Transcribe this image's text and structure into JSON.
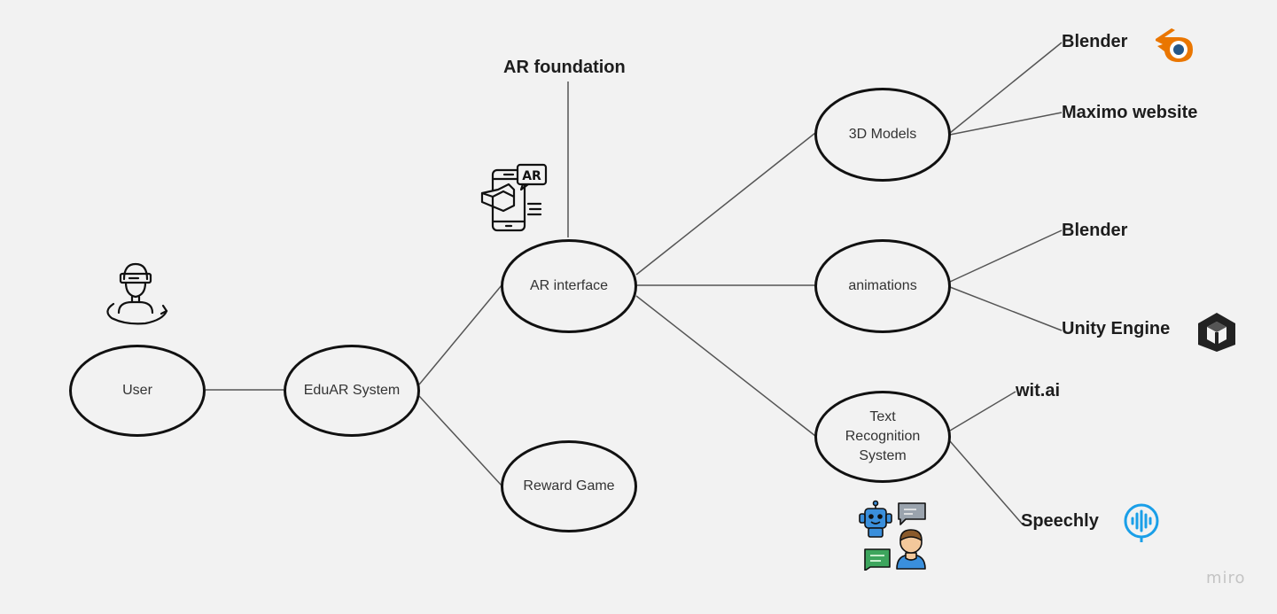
{
  "nodes": {
    "user": "User",
    "eduar": "EduAR System",
    "ar_interface": "AR interface",
    "reward": "Reward Game",
    "models": "3D Models",
    "animations": "animations",
    "text_recognition": "Text Recognition System"
  },
  "labels": {
    "ar_foundation": "AR foundation",
    "blender_1": "Blender",
    "maximo": "Maximo website",
    "blender_2": "Blender",
    "unity": "Unity Engine",
    "witai": "wit.ai",
    "speechly": "Speechly"
  },
  "icons": {
    "vr_user": "vr-user-icon",
    "ar_phone": "ar-phone-icon",
    "blender": "blender-logo",
    "unity": "unity-logo",
    "chatbot": "chatbot-icon",
    "speechly": "speechly-logo"
  },
  "colors": {
    "blender_orange": "#ea7600",
    "blender_blue": "#265787",
    "speechly_blue": "#1a9fe8",
    "robot_blue": "#3a8fdc"
  },
  "watermark": "miro"
}
